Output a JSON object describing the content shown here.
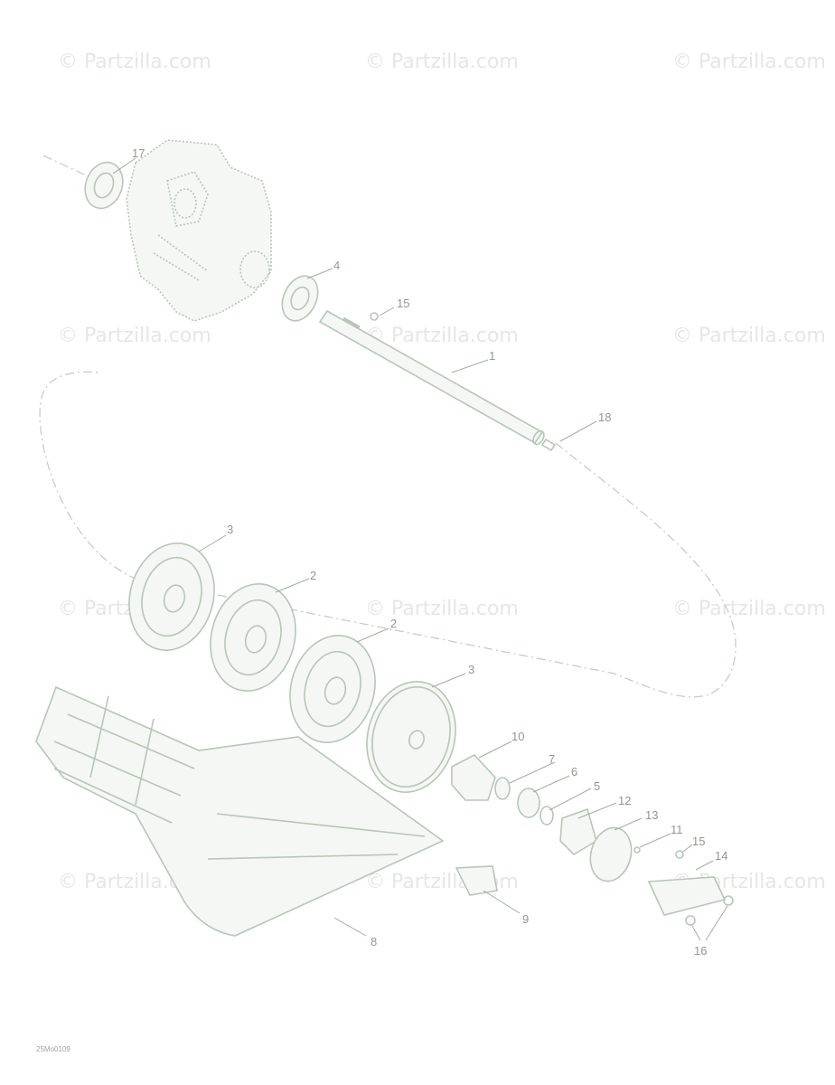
{
  "watermark": "© Partzilla.com",
  "diagram_code": "25Mo0109",
  "callouts": {
    "c1": "1",
    "c2a": "2",
    "c2b": "2",
    "c3a": "3",
    "c3b": "3",
    "c4": "4",
    "c5": "5",
    "c6": "6",
    "c7": "7",
    "c8": "8",
    "c9": "9",
    "c10": "10",
    "c11": "11",
    "c12": "12",
    "c13": "13",
    "c14": "14",
    "c15a": "15",
    "c15b": "15",
    "c16": "16",
    "c17": "17",
    "c18": "18"
  }
}
